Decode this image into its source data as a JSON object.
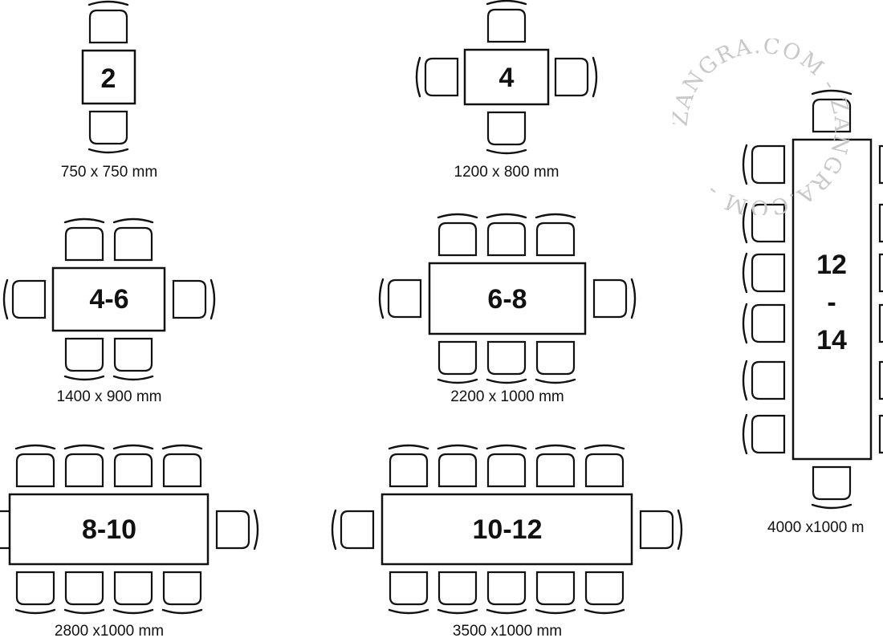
{
  "brand": {
    "watermark_text": "ZANGRA.COM - ZANGRA.COM - "
  },
  "tables": [
    {
      "id": "seats-2",
      "label": "2",
      "dimensions": "750 x 750 mm"
    },
    {
      "id": "seats-4",
      "label": "4",
      "dimensions": "1200 x 800 mm"
    },
    {
      "id": "seats-4-6",
      "label": "4-6",
      "dimensions": "1400 x 900 mm"
    },
    {
      "id": "seats-6-8",
      "label": "6-8",
      "dimensions": "2200 x 1000  mm"
    },
    {
      "id": "seats-8-10",
      "label": "8-10",
      "dimensions": "2800 x1000 mm"
    },
    {
      "id": "seats-10-12",
      "label": "10-12",
      "dimensions": "3500 x1000 mm"
    },
    {
      "id": "seats-12-14",
      "label_lines": [
        "12",
        "-",
        "14"
      ],
      "dimensions": "4000 x1000 m"
    }
  ]
}
